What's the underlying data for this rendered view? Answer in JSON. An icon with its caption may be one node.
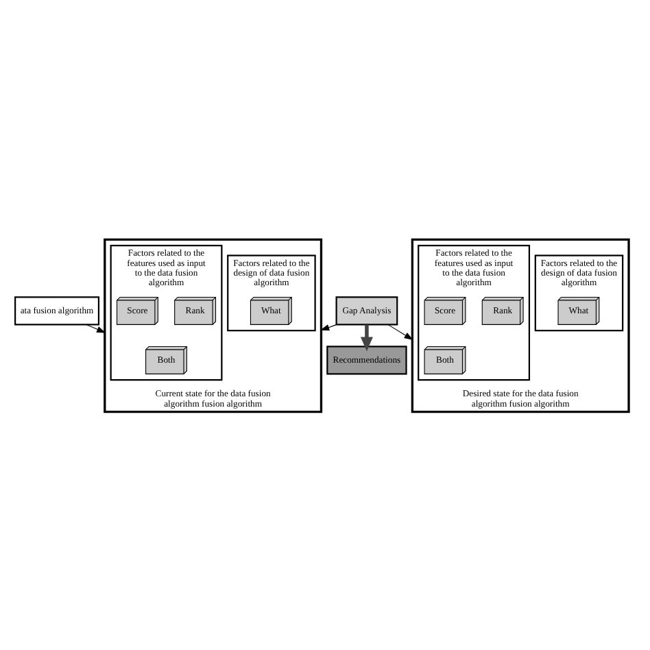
{
  "diagram": {
    "nodes": [
      {
        "text": [
          "ata fusion algorithm"
        ]
      },
      {
        "text": [
          "Current state for the data fusion algorithm fusion algorithm"
        ]
      },
      {
        "text": [
          "Factors related to the design of data fusion algorithm"
        ],
        "in": 1
      },
      {
        "text": [
          "What"
        ],
        "in": 2
      },
      {
        "text": [
          "Factors related to the features used as input to the data fusion algorithm"
        ],
        "in": 1
      },
      {
        "text": [
          "Rank"
        ],
        "in": 4
      },
      {
        "text": [
          "Score"
        ],
        "in": 4
      },
      {
        "text": [
          "Both"
        ],
        "in": 4
      },
      {
        "text": [
          "Gap Analysis"
        ]
      },
      {
        "text": [
          "Recommendations"
        ]
      },
      {
        "text": [
          "Desired state for the data fusion algorithm fusion algorithm"
        ]
      },
      {
        "text": [
          "Factors related to the design of data fusion algorithm"
        ],
        "in": 10
      },
      {
        "text": [
          "What"
        ],
        "in": 11
      },
      {
        "text": [
          "Factors related to the features used as input to the data fusion algorithm"
        ],
        "in": 10
      },
      {
        "text": [
          "Rank"
        ],
        "in": 13
      },
      {
        "text": [
          "Score"
        ],
        "in": 13
      },
      {
        "text": [
          "Both"
        ],
        "in": 13
      }
    ],
    "edges": [
      {
        "from": 0,
        "to": 1,
        "arrow": "to"
      },
      {
        "from": 8,
        "to": 1,
        "arrow": "to"
      },
      {
        "from": 8,
        "to": 10,
        "arrow": "to"
      },
      {
        "from": 8,
        "to": 9,
        "arrow": "to",
        "style": "thick",
        "color": "#444444"
      }
    ]
  }
}
